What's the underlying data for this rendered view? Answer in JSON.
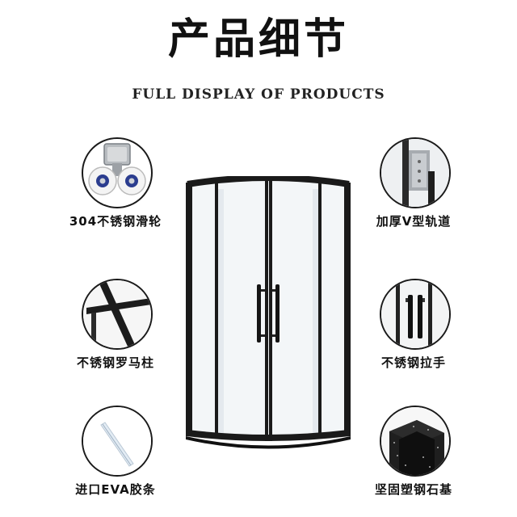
{
  "header": {
    "title": "产品细节",
    "subtitle": "FULL DISPLAY OF PRODUCTS"
  },
  "details": [
    {
      "label": "304不锈钢滑轮",
      "icon": "pulley-wheel-icon"
    },
    {
      "label": "加厚V型轨道",
      "icon": "v-track-icon"
    },
    {
      "label": "不锈钢罗马柱",
      "icon": "roman-column-icon"
    },
    {
      "label": "不锈钢拉手",
      "icon": "door-handle-icon"
    },
    {
      "label": "进口EVA胶条",
      "icon": "eva-strip-icon"
    },
    {
      "label": "坚固塑钢石基",
      "icon": "stone-base-icon"
    }
  ],
  "colors": {
    "frame": "#1a1a1a",
    "glass": "#f3f6f8",
    "text": "#111111"
  }
}
